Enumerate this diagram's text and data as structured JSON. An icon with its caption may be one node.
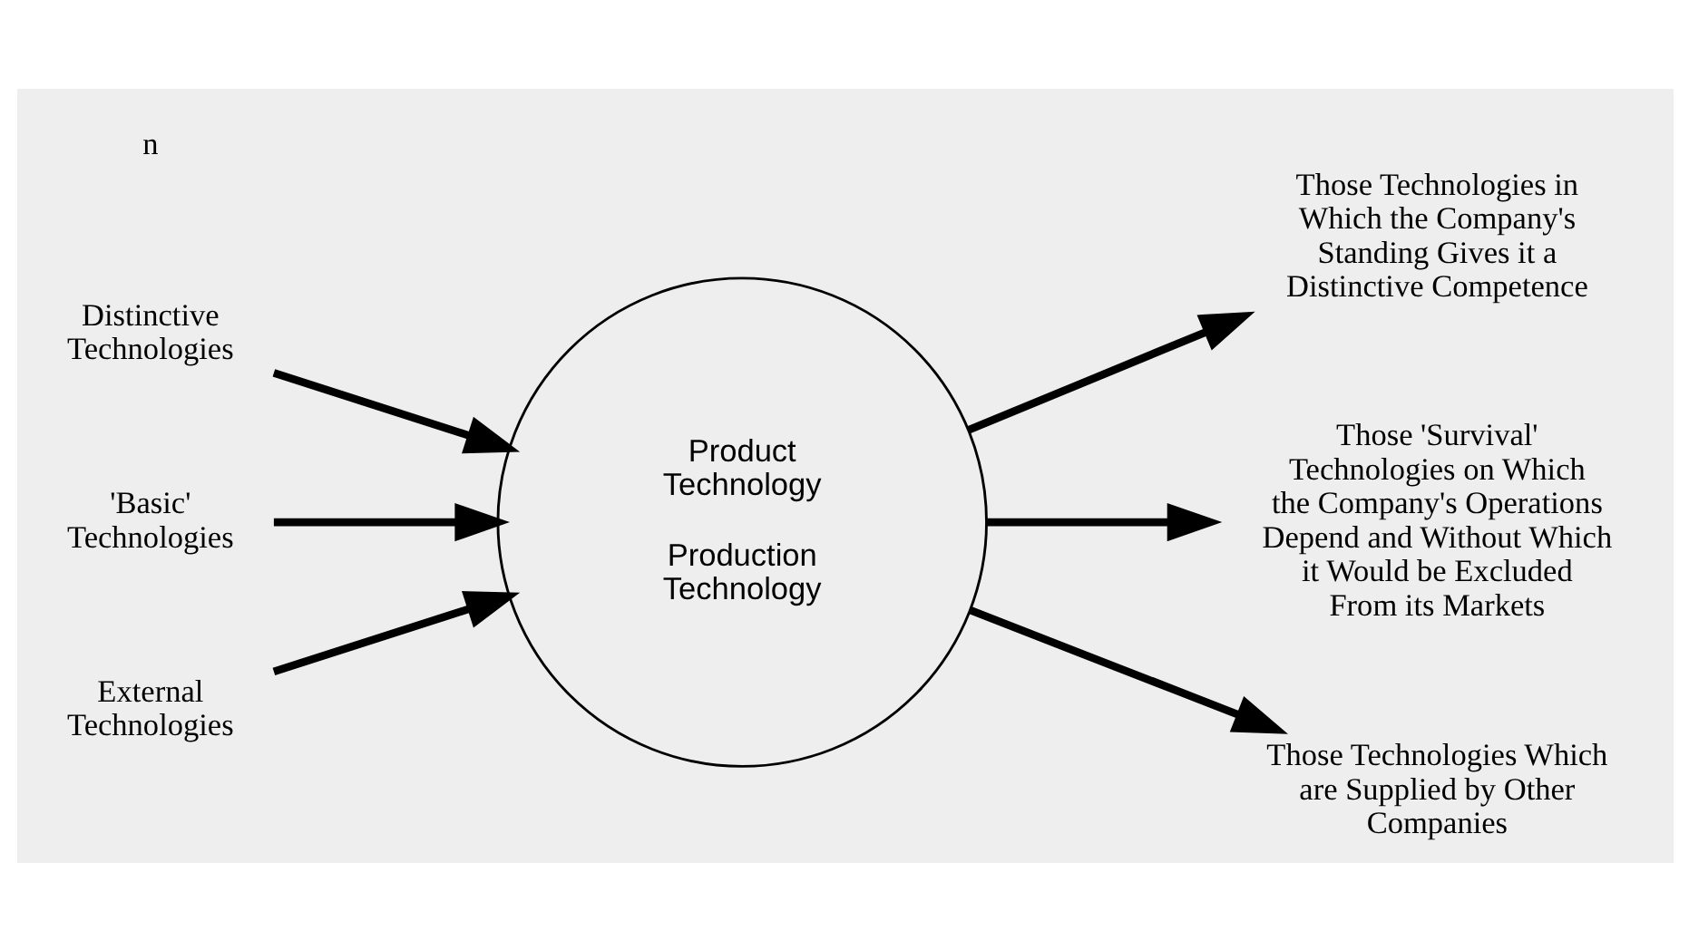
{
  "diagram": {
    "nodes": [
      {
        "text": [
          "Distinctive Technologies"
        ]
      },
      {
        "text": [
          "'Basic' Technologies"
        ]
      },
      {
        "text": [
          "External Technologies"
        ]
      },
      {
        "text": [
          "Product Technology",
          "Production Technology"
        ]
      },
      {
        "text": [
          "Those Technologies in Which the Company's Standing Gives it a Distinctive Competence"
        ]
      },
      {
        "text": [
          "Those 'Survival' Technologies on Which the Company's Operations Depend and Without Which it Would be Excluded From its Markets"
        ]
      },
      {
        "text": [
          "Those Technologies Which are Supplied by Other Companies"
        ]
      }
    ],
    "edges": [
      {
        "from": 0,
        "to": 3,
        "arrow": "to"
      },
      {
        "from": 1,
        "to": 3,
        "arrow": "to"
      },
      {
        "from": 2,
        "to": 3,
        "arrow": "to"
      },
      {
        "from": 3,
        "to": 4,
        "arrow": "to"
      },
      {
        "from": 3,
        "to": 5,
        "arrow": "to"
      },
      {
        "from": 3,
        "to": 6,
        "arrow": "to"
      }
    ],
    "labels": [
      "n"
    ]
  }
}
